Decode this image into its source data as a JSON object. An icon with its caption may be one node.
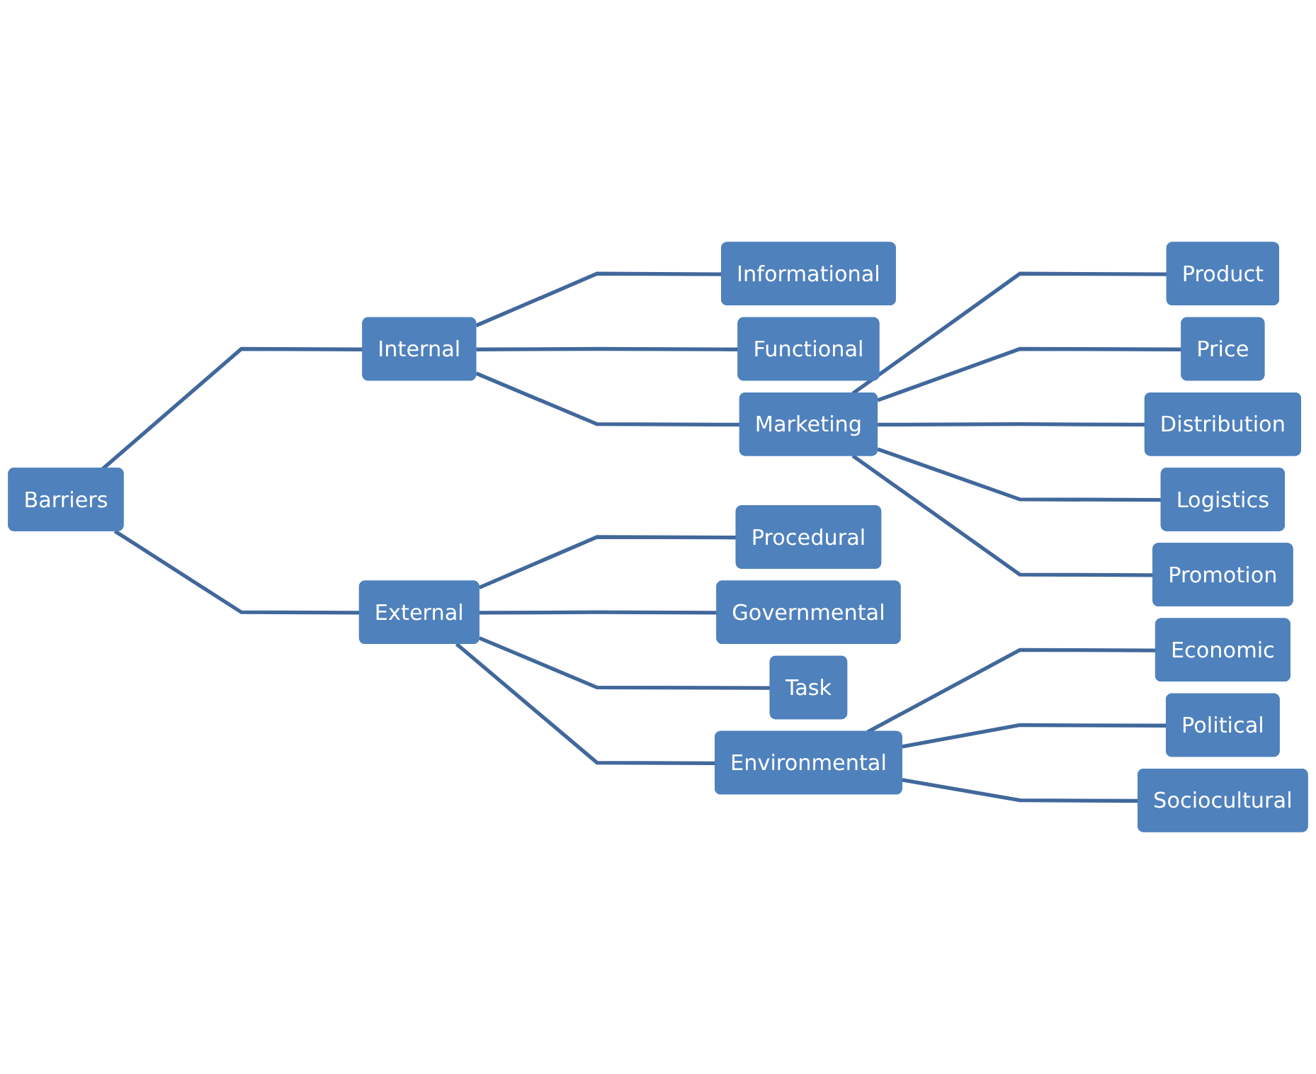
{
  "diagram": {
    "nodes": [
      {
        "text": [
          "Barriers"
        ]
      },
      {
        "text": [
          "Internal"
        ]
      },
      {
        "text": [
          "External"
        ]
      },
      {
        "text": [
          "Informational"
        ]
      },
      {
        "text": [
          "Functional"
        ]
      },
      {
        "text": [
          "Marketing"
        ]
      },
      {
        "text": [
          "Procedural"
        ]
      },
      {
        "text": [
          "Governmental"
        ]
      },
      {
        "text": [
          "Task"
        ]
      },
      {
        "text": [
          "Environmental"
        ]
      },
      {
        "text": [
          "Product"
        ]
      },
      {
        "text": [
          "Price"
        ]
      },
      {
        "text": [
          "Distribution"
        ]
      },
      {
        "text": [
          "Logistics"
        ]
      },
      {
        "text": [
          "Promotion"
        ]
      },
      {
        "text": [
          "Economic"
        ]
      },
      {
        "text": [
          "Political"
        ]
      },
      {
        "text": [
          "Sociocultural"
        ]
      }
    ],
    "edges": [
      {
        "from": 0,
        "to": 1,
        "arrow": "none"
      },
      {
        "from": 0,
        "to": 2,
        "arrow": "none"
      },
      {
        "from": 1,
        "to": 3,
        "arrow": "none"
      },
      {
        "from": 1,
        "to": 4,
        "arrow": "none"
      },
      {
        "from": 1,
        "to": 5,
        "arrow": "none"
      },
      {
        "from": 2,
        "to": 6,
        "arrow": "none"
      },
      {
        "from": 2,
        "to": 7,
        "arrow": "none"
      },
      {
        "from": 2,
        "to": 8,
        "arrow": "none"
      },
      {
        "from": 2,
        "to": 9,
        "arrow": "none"
      },
      {
        "from": 5,
        "to": 10,
        "arrow": "none"
      },
      {
        "from": 5,
        "to": 11,
        "arrow": "none"
      },
      {
        "from": 5,
        "to": 12,
        "arrow": "none"
      },
      {
        "from": 5,
        "to": 13,
        "arrow": "none"
      },
      {
        "from": 5,
        "to": 14,
        "arrow": "none"
      },
      {
        "from": 9,
        "to": 15,
        "arrow": "none"
      },
      {
        "from": 9,
        "to": 16,
        "arrow": "none"
      },
      {
        "from": 9,
        "to": 17,
        "arrow": "none"
      }
    ]
  }
}
